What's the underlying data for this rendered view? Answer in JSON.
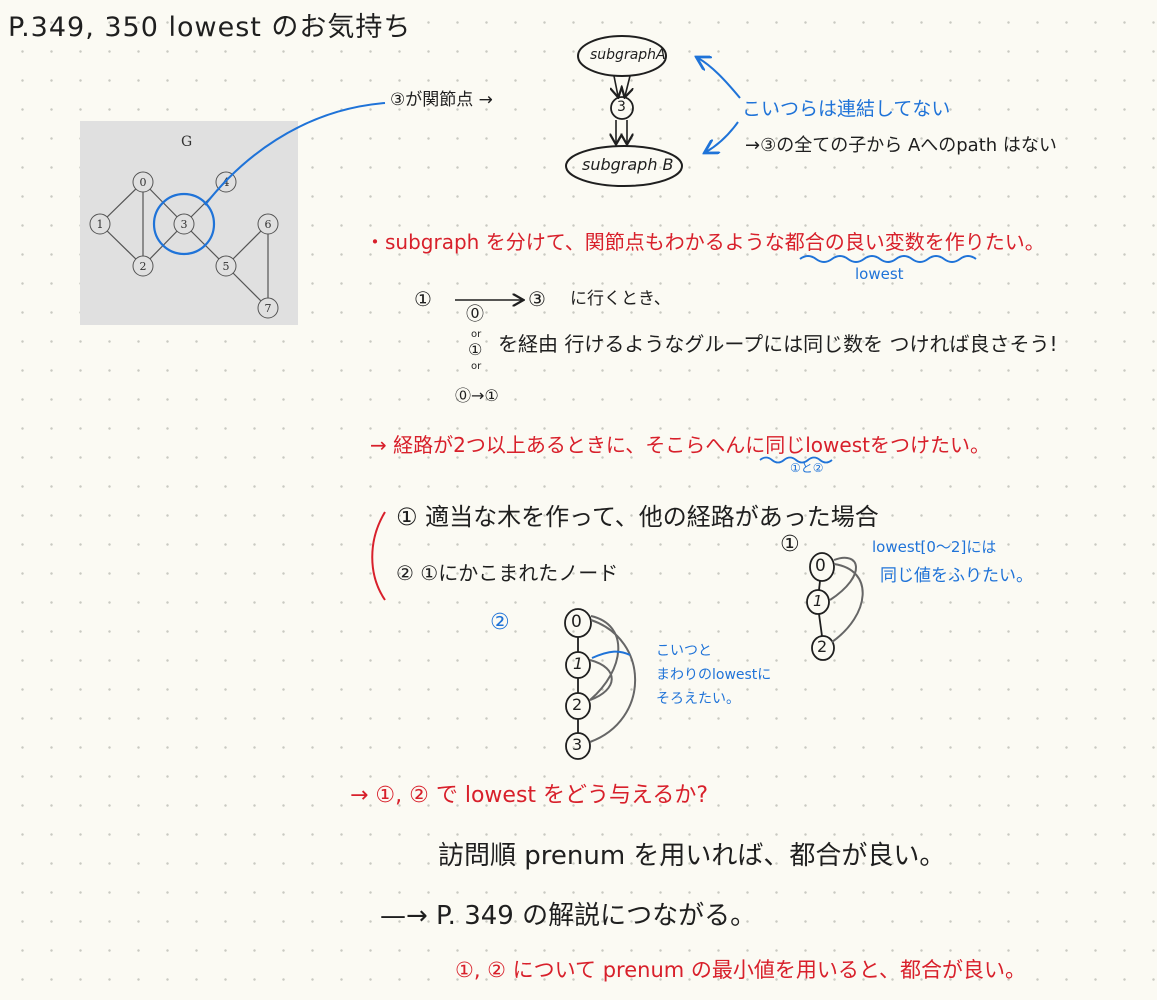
{
  "title": "P.349, 350  lowest のお気持ち",
  "graph": {
    "title": "G",
    "nodes": [
      "0",
      "1",
      "2",
      "3",
      "4",
      "5",
      "6",
      "7"
    ]
  },
  "top_diagram": {
    "articulation_note": "③が関節点 →",
    "subgraph_a": "subgraphA",
    "node_3": "3",
    "subgraph_b": "subgraph B",
    "not_connected_note": "こいつらは連結してない",
    "no_path_note": "→③の全ての子から Aへのpath はない"
  },
  "section1": {
    "line1": "・subgraph を分けて、関節点もわかるような都合の良い変数を作りたい。",
    "lowest_label": "lowest",
    "path_label_1": "①",
    "path_label_3": "③",
    "path_text": "に行くとき、",
    "via_0": "⓪",
    "or1": "or",
    "via_1": "①",
    "or2": "or",
    "via_0_1": "⓪→①",
    "via_text": "を経由 行けるようなグループには同じ数を つければ良さそう!"
  },
  "section2": {
    "line": "→ 経路が2つ以上あるときに、そこらへんに同じlowestをつけたい。",
    "sub_note": "①と②"
  },
  "cases": {
    "case1": "① 適当な木を作って、他の経路があった場合",
    "case2": "②  ①にかこまれたノード",
    "right_label": "①",
    "right_nodes": [
      "0",
      "1",
      "2"
    ],
    "right_note_1": "lowest[0〜2]には",
    "right_note_2": "同じ値をふりたい。",
    "left_label": "②",
    "left_nodes": [
      "0",
      "1",
      "2",
      "3"
    ],
    "left_note_1": "こいつと",
    "left_note_2": "まわりのlowestに",
    "left_note_3": "そろえたい。"
  },
  "bottom": {
    "line1": "→  ①, ② で lowest をどう与えるか?",
    "line2": "訪問順 prenum を用いれば、都合が良い。",
    "line3": "—→ P. 349 の解説につながる。",
    "line4": "①, ② について prenum の最小値を用いると、都合が良い。"
  },
  "colors": {
    "red": "#d8202b",
    "blue": "#1f73d8",
    "ink": "#1f1f1f",
    "paper": "#fbfaf3",
    "graph_bg": "#e0e0e0"
  }
}
